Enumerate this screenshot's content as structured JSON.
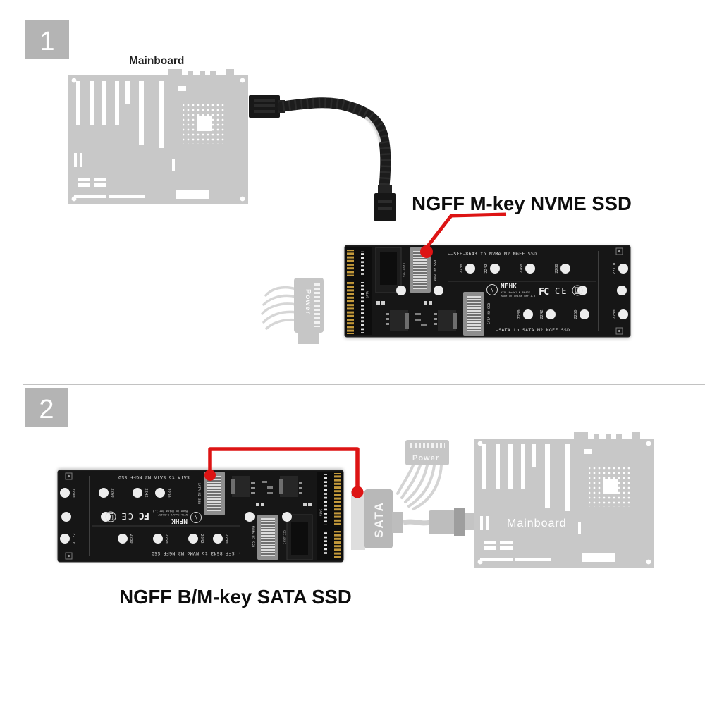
{
  "step1": {
    "badge": "1",
    "mainboard_label": "Mainboard",
    "callout": "NGFF M-key NVME SSD",
    "power_label": "Power"
  },
  "step2": {
    "badge": "2",
    "callout": "NGFF B/M-key SATA SSD",
    "power_label": "Power",
    "sata_plug_label": "SATA",
    "mainboard_label": "Mainboard"
  },
  "adapter_card": {
    "top_route": "←—SFF-8643 to NVMe M2 NGFF SSD",
    "bottom_route": "—SATA to SATA M2 NGFF SSD",
    "nvme_slot_label": "NVMe M2 SSD",
    "sata_slot_label": "SATA M2 SSD",
    "sff_connector_label": "SFF-8643",
    "sata_connector_label": "SATA",
    "brand": "NFHK",
    "model_line": "NTSL Model N-8643F",
    "origin_line": "Made in China Ver 1.0",
    "n_mark": "N",
    "fcc_mark": "FC",
    "ce_mark": "CE",
    "standoffs_top": [
      "2230",
      "2242",
      "2260",
      "2280",
      "22110"
    ],
    "standoffs_bottom": [
      "2230",
      "2242",
      "2260",
      "2280"
    ]
  },
  "colors": {
    "accent_red": "#dd1414",
    "ghost_gray": "#c8c8c8",
    "badge_gray": "#b4b4b4",
    "pcb_black": "#131313",
    "gold": "#c49a3a",
    "background": "#ffffff"
  }
}
